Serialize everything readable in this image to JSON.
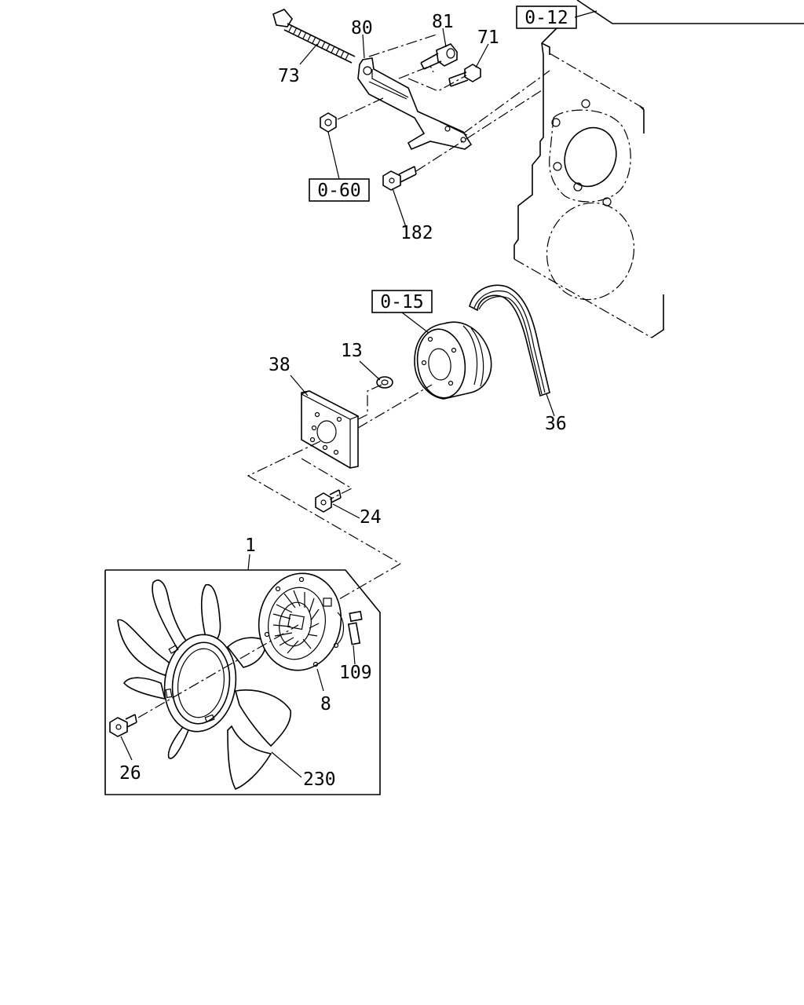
{
  "diagram": {
    "reference_boxes": [
      "0-12",
      "0-60",
      "0-15"
    ],
    "callouts": [
      "80",
      "81",
      "71",
      "73",
      "182",
      "13",
      "38",
      "36",
      "24",
      "1",
      "109",
      "8",
      "26",
      "230"
    ]
  }
}
